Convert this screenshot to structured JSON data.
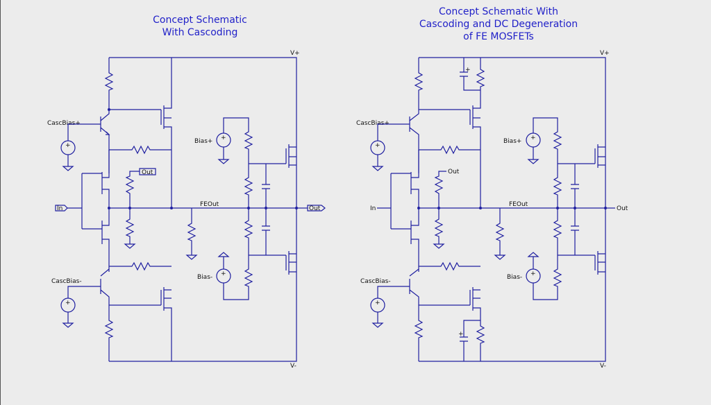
{
  "schematic_left": {
    "title_line1": "Concept Schematic",
    "title_line2": "With Cascoding",
    "labels": {
      "vplus": "V+",
      "vminus": "V-",
      "casc_bias_plus": "CascBias+",
      "casc_bias_minus": "CascBias-",
      "bias_plus": "Bias+",
      "bias_minus": "Bias-",
      "input": "In",
      "output": "Out",
      "fe_out": "FEOut",
      "sense_out": "Out"
    }
  },
  "schematic_right": {
    "title_line1": "Concept Schematic With",
    "title_line2": "Cascoding and DC Degeneration",
    "title_line3": "of FE MOSFETs",
    "labels": {
      "vplus": "V+",
      "vminus": "V-",
      "casc_bias_plus": "CascBias+",
      "casc_bias_minus": "CascBias-",
      "bias_plus": "Bias+",
      "bias_minus": "Bias-",
      "input": "In",
      "output": "Out",
      "fe_out": "FEOut",
      "sense_out": "Out"
    }
  },
  "colors": {
    "wire": "#1f1fa0",
    "title": "#1f1fc8",
    "background": "#ececec"
  }
}
